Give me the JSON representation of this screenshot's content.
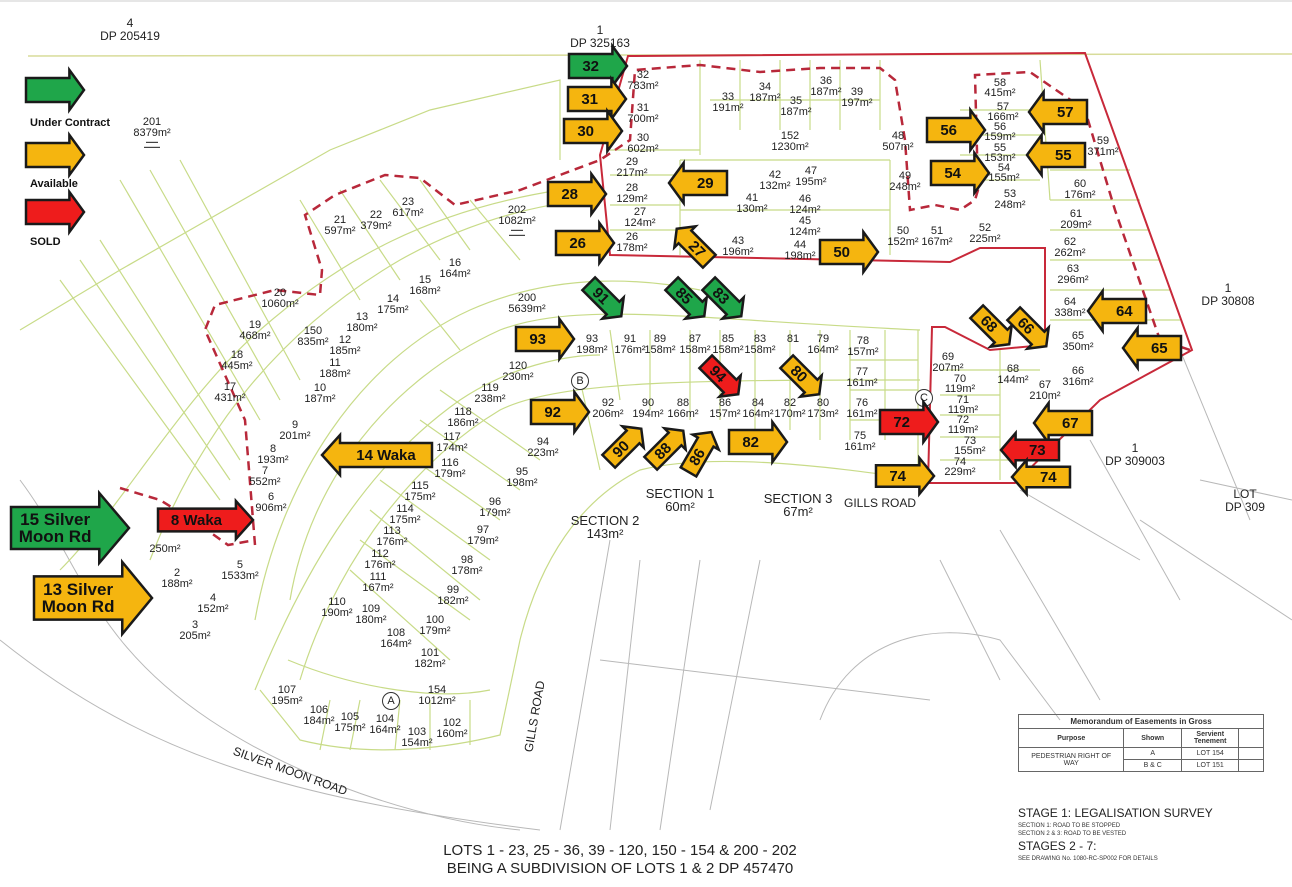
{
  "legend": [
    {
      "label": "Under Contract",
      "status": "under-contract"
    },
    {
      "label": "Available",
      "status": "available"
    },
    {
      "label": "SOLD",
      "status": "sold"
    }
  ],
  "colors": {
    "under-contract": "#1fa64a",
    "available": "#f5b50f",
    "sold": "#ee1c1c",
    "boundary": "#c8293a",
    "lot_line": "#c8db88",
    "road_line": "#b8b8b8"
  },
  "neighbours": [
    {
      "lot": "4",
      "dp": "DP 205419"
    },
    {
      "lot": "1",
      "dp": "DP 325163"
    },
    {
      "lot": "1",
      "dp": "DP 30808"
    },
    {
      "lot": "1",
      "dp": "DP 309003"
    },
    {
      "lot": "LOT",
      "dp": "DP 309"
    }
  ],
  "lots": [
    {
      "n": "201",
      "a": "8379m²"
    },
    {
      "n": "202",
      "a": "1082m²"
    },
    {
      "n": "200",
      "a": "5639m²"
    },
    {
      "n": "32",
      "a": "783m²"
    },
    {
      "n": "31",
      "a": "700m²"
    },
    {
      "n": "30",
      "a": "602m²"
    },
    {
      "n": "29",
      "a": "217m²"
    },
    {
      "n": "28",
      "a": "129m²"
    },
    {
      "n": "27",
      "a": "124m²"
    },
    {
      "n": "26",
      "a": "178m²"
    },
    {
      "n": "33",
      "a": "191m²"
    },
    {
      "n": "34",
      "a": "187m²"
    },
    {
      "n": "35",
      "a": "187m²"
    },
    {
      "n": "36",
      "a": "187m²"
    },
    {
      "n": "39",
      "a": "197m²"
    },
    {
      "n": "152",
      "a": "1230m²"
    },
    {
      "n": "41",
      "a": "130m²"
    },
    {
      "n": "42",
      "a": "132m²"
    },
    {
      "n": "47",
      "a": "195m²"
    },
    {
      "n": "46",
      "a": "124m²"
    },
    {
      "n": "45",
      "a": "124m²"
    },
    {
      "n": "43",
      "a": "196m²"
    },
    {
      "n": "44",
      "a": "198m²"
    },
    {
      "n": "48",
      "a": "507m²"
    },
    {
      "n": "49",
      "a": "248m²"
    },
    {
      "n": "50",
      "a": "152m²"
    },
    {
      "n": "51",
      "a": "167m²"
    },
    {
      "n": "52",
      "a": "225m²"
    },
    {
      "n": "53",
      "a": "248m²"
    },
    {
      "n": "54",
      "a": "155m²"
    },
    {
      "n": "55",
      "a": "153m²"
    },
    {
      "n": "56",
      "a": "159m²"
    },
    {
      "n": "57",
      "a": "166m²"
    },
    {
      "n": "58",
      "a": "415m²"
    },
    {
      "n": "59",
      "a": "371m²"
    },
    {
      "n": "60",
      "a": "176m²"
    },
    {
      "n": "61",
      "a": "209m²"
    },
    {
      "n": "62",
      "a": "262m²"
    },
    {
      "n": "63",
      "a": "296m²"
    },
    {
      "n": "64",
      "a": "338m²"
    },
    {
      "n": "65",
      "a": "350m²"
    },
    {
      "n": "66",
      "a": "316m²"
    },
    {
      "n": "67",
      "a": "210m²"
    },
    {
      "n": "68",
      "a": "144m²"
    },
    {
      "n": "69",
      "a": "207m²"
    },
    {
      "n": "70",
      "a": "119m²"
    },
    {
      "n": "71",
      "a": "119m²"
    },
    {
      "n": "72",
      "a": "119m²"
    },
    {
      "n": "73",
      "a": "155m²"
    },
    {
      "n": "74",
      "a": "229m²"
    },
    {
      "n": "75",
      "a": "161m²"
    },
    {
      "n": "76",
      "a": "161m²"
    },
    {
      "n": "77",
      "a": "161m²"
    },
    {
      "n": "78",
      "a": "157m²"
    },
    {
      "n": "79",
      "a": "164m²"
    },
    {
      "n": "80",
      "a": "173m²"
    },
    {
      "n": "81",
      "a": ""
    },
    {
      "n": "82",
      "a": "170m²"
    },
    {
      "n": "83",
      "a": "158m²"
    },
    {
      "n": "84",
      "a": "164m²"
    },
    {
      "n": "85",
      "a": "158m²"
    },
    {
      "n": "86",
      "a": "157m²"
    },
    {
      "n": "87",
      "a": "158m²"
    },
    {
      "n": "88",
      "a": "166m²"
    },
    {
      "n": "89",
      "a": "158m²"
    },
    {
      "n": "90",
      "a": "194m²"
    },
    {
      "n": "91",
      "a": "176m²"
    },
    {
      "n": "92",
      "a": "206m²"
    },
    {
      "n": "93",
      "a": "198m²"
    },
    {
      "n": "94",
      "a": "223m²"
    },
    {
      "n": "95",
      "a": "198m²"
    },
    {
      "n": "96",
      "a": "179m²"
    },
    {
      "n": "97",
      "a": "179m²"
    },
    {
      "n": "98",
      "a": "178m²"
    },
    {
      "n": "99",
      "a": "182m²"
    },
    {
      "n": "100",
      "a": "179m²"
    },
    {
      "n": "101",
      "a": "182m²"
    },
    {
      "n": "102",
      "a": "160m²"
    },
    {
      "n": "103",
      "a": "154m²"
    },
    {
      "n": "104",
      "a": "164m²"
    },
    {
      "n": "105",
      "a": "175m²"
    },
    {
      "n": "106",
      "a": "184m²"
    },
    {
      "n": "107",
      "a": "195m²"
    },
    {
      "n": "108",
      "a": "164m²"
    },
    {
      "n": "109",
      "a": "180m²"
    },
    {
      "n": "110",
      "a": "190m²"
    },
    {
      "n": "111",
      "a": "167m²"
    },
    {
      "n": "112",
      "a": "176m²"
    },
    {
      "n": "113",
      "a": "176m²"
    },
    {
      "n": "114",
      "a": "175m²"
    },
    {
      "n": "115",
      "a": "175m²"
    },
    {
      "n": "116",
      "a": "179m²"
    },
    {
      "n": "117",
      "a": "174m²"
    },
    {
      "n": "118",
      "a": "186m²"
    },
    {
      "n": "119",
      "a": "238m²"
    },
    {
      "n": "120",
      "a": "230m²"
    },
    {
      "n": "154",
      "a": "1012m²"
    },
    {
      "n": "21",
      "a": "597m²"
    },
    {
      "n": "22",
      "a": "379m²"
    },
    {
      "n": "23",
      "a": "617m²"
    },
    {
      "n": "20",
      "a": "1060m²"
    },
    {
      "n": "19",
      "a": "468m²"
    },
    {
      "n": "18",
      "a": "445m²"
    },
    {
      "n": "17",
      "a": "431m²"
    },
    {
      "n": "16",
      "a": "164m²"
    },
    {
      "n": "15",
      "a": "168m²"
    },
    {
      "n": "14",
      "a": "175m²"
    },
    {
      "n": "13",
      "a": "180m²"
    },
    {
      "n": "12",
      "a": "185m²"
    },
    {
      "n": "150",
      "a": "835m²"
    },
    {
      "n": "11",
      "a": "188m²"
    },
    {
      "n": "10",
      "a": "187m²"
    },
    {
      "n": "9",
      "a": "201m²"
    },
    {
      "n": "8",
      "a": "193m²"
    },
    {
      "n": "7",
      "a": "552m²"
    },
    {
      "n": "6",
      "a": "906m²"
    },
    {
      "n": "5",
      "a": "1533m²"
    },
    {
      "n": "4",
      "a": "152m²"
    },
    {
      "n": "3",
      "a": "205m²"
    },
    {
      "n": "2",
      "a": "188m²"
    },
    {
      "n": "",
      "a": "250m²"
    }
  ],
  "arrows": [
    {
      "label": "32",
      "status": "under-contract"
    },
    {
      "label": "31",
      "status": "available"
    },
    {
      "label": "30",
      "status": "available"
    },
    {
      "label": "28",
      "status": "available"
    },
    {
      "label": "26",
      "status": "available"
    },
    {
      "label": "29",
      "status": "available"
    },
    {
      "label": "27",
      "status": "available"
    },
    {
      "label": "50",
      "status": "available"
    },
    {
      "label": "56",
      "status": "available"
    },
    {
      "label": "54",
      "status": "available"
    },
    {
      "label": "57",
      "status": "available"
    },
    {
      "label": "55",
      "status": "available"
    },
    {
      "label": "64",
      "status": "available"
    },
    {
      "label": "65",
      "status": "available"
    },
    {
      "label": "68",
      "status": "available"
    },
    {
      "label": "66",
      "status": "available"
    },
    {
      "label": "67",
      "status": "available"
    },
    {
      "label": "73",
      "status": "sold"
    },
    {
      "label": "74",
      "status": "available"
    },
    {
      "label": "72",
      "status": "sold"
    },
    {
      "label": "74",
      "status": "available"
    },
    {
      "label": "91",
      "status": "under-contract"
    },
    {
      "label": "85",
      "status": "under-contract"
    },
    {
      "label": "83",
      "status": "under-contract"
    },
    {
      "label": "93",
      "status": "available"
    },
    {
      "label": "94",
      "status": "sold"
    },
    {
      "label": "80",
      "status": "available"
    },
    {
      "label": "92",
      "status": "available"
    },
    {
      "label": "90",
      "status": "available"
    },
    {
      "label": "88",
      "status": "available"
    },
    {
      "label": "86",
      "status": "available"
    },
    {
      "label": "82",
      "status": "available"
    },
    {
      "label": "14 Waka",
      "status": "available"
    },
    {
      "label": "8 Waka",
      "status": "sold"
    },
    {
      "label": "15 Silver Moon Rd",
      "status": "under-contract"
    },
    {
      "label": "13 Silver Moon Rd",
      "status": "available"
    }
  ],
  "roads": {
    "section1": "SECTION 1",
    "section1_area": "60m²",
    "section2": "SECTION 2",
    "section2_area": "143m²",
    "section3": "SECTION 3",
    "section3_area": "67m²",
    "gills_road": "GILLS ROAD",
    "gills_road_vertical": "GILLS ROAD",
    "silver_moon_road": "SILVER MOON ROAD"
  },
  "easement_markers": [
    "A",
    "B",
    "C"
  ],
  "memorandum": {
    "title": "Memorandum of Easements in Gross",
    "headers": [
      "Purpose",
      "Shown",
      "Servient Tenement"
    ],
    "purpose": "PEDESTRIAN RIGHT OF WAY",
    "rows": [
      {
        "shown": "A",
        "tenement": "LOT 154"
      },
      {
        "shown": "B & C",
        "tenement": "LOT 151"
      }
    ]
  },
  "notes": {
    "stage1": "STAGE 1: LEGALISATION SURVEY",
    "stage1_line1": "SECTION 1: ROAD TO BE STOPPED",
    "stage1_line2": "SECTION 2 & 3: ROAD TO BE VESTED",
    "stages27": "STAGES 2 - 7:",
    "stages27_line1": "SEE DRAWING No. 1080-RC-SP002 FOR DETAILS"
  },
  "title": {
    "line1": "LOTS 1 - 23, 25 - 36, 39 - 120, 150 - 154 & 200 - 202",
    "line2": "BEING A SUBDIVISION OF LOTS 1 & 2 DP 457470"
  }
}
